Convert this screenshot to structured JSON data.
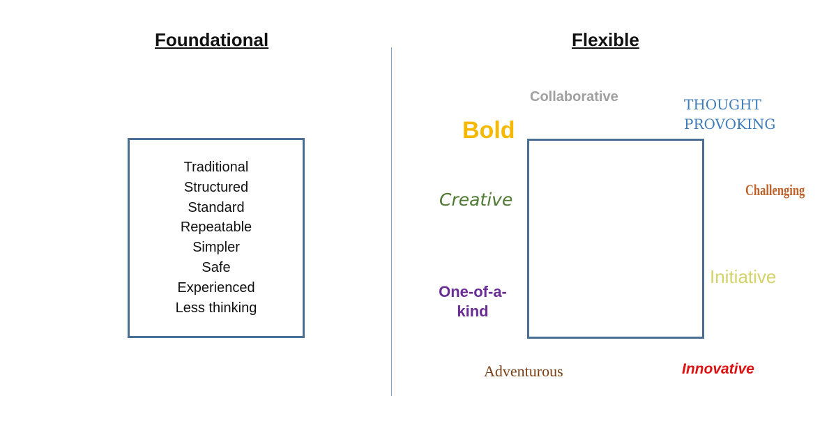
{
  "left": {
    "title": "Foundational",
    "items": [
      "Traditional",
      "Structured",
      "Standard",
      "Repeatable",
      "Simpler",
      "Safe",
      "Experienced",
      "Less thinking"
    ]
  },
  "right": {
    "title": "Flexible",
    "words": {
      "collaborative": {
        "text": "Collaborative",
        "color": "#a0a0a0"
      },
      "thought1": {
        "text": "THOUGHT",
        "color": "#3f7cba"
      },
      "thought2": {
        "text": "PROVOKING",
        "color": "#3f7cba"
      },
      "bold": {
        "text": "Bold",
        "color": "#f6b800"
      },
      "creative": {
        "text": "Creative",
        "color": "#4f7a32"
      },
      "challenging": {
        "text": "Challenging",
        "color": "#c0622a"
      },
      "initiative": {
        "text": "Initiative",
        "color": "#d3d36a"
      },
      "oneofakind1": {
        "text": "One-of-a-",
        "color": "#6a2d95"
      },
      "oneofakind2": {
        "text": "kind",
        "color": "#6a2d95"
      },
      "adventurous": {
        "text": "Adventurous",
        "color": "#7a3e12"
      },
      "innovative": {
        "text": "Innovative",
        "color": "#dd1111"
      }
    }
  }
}
